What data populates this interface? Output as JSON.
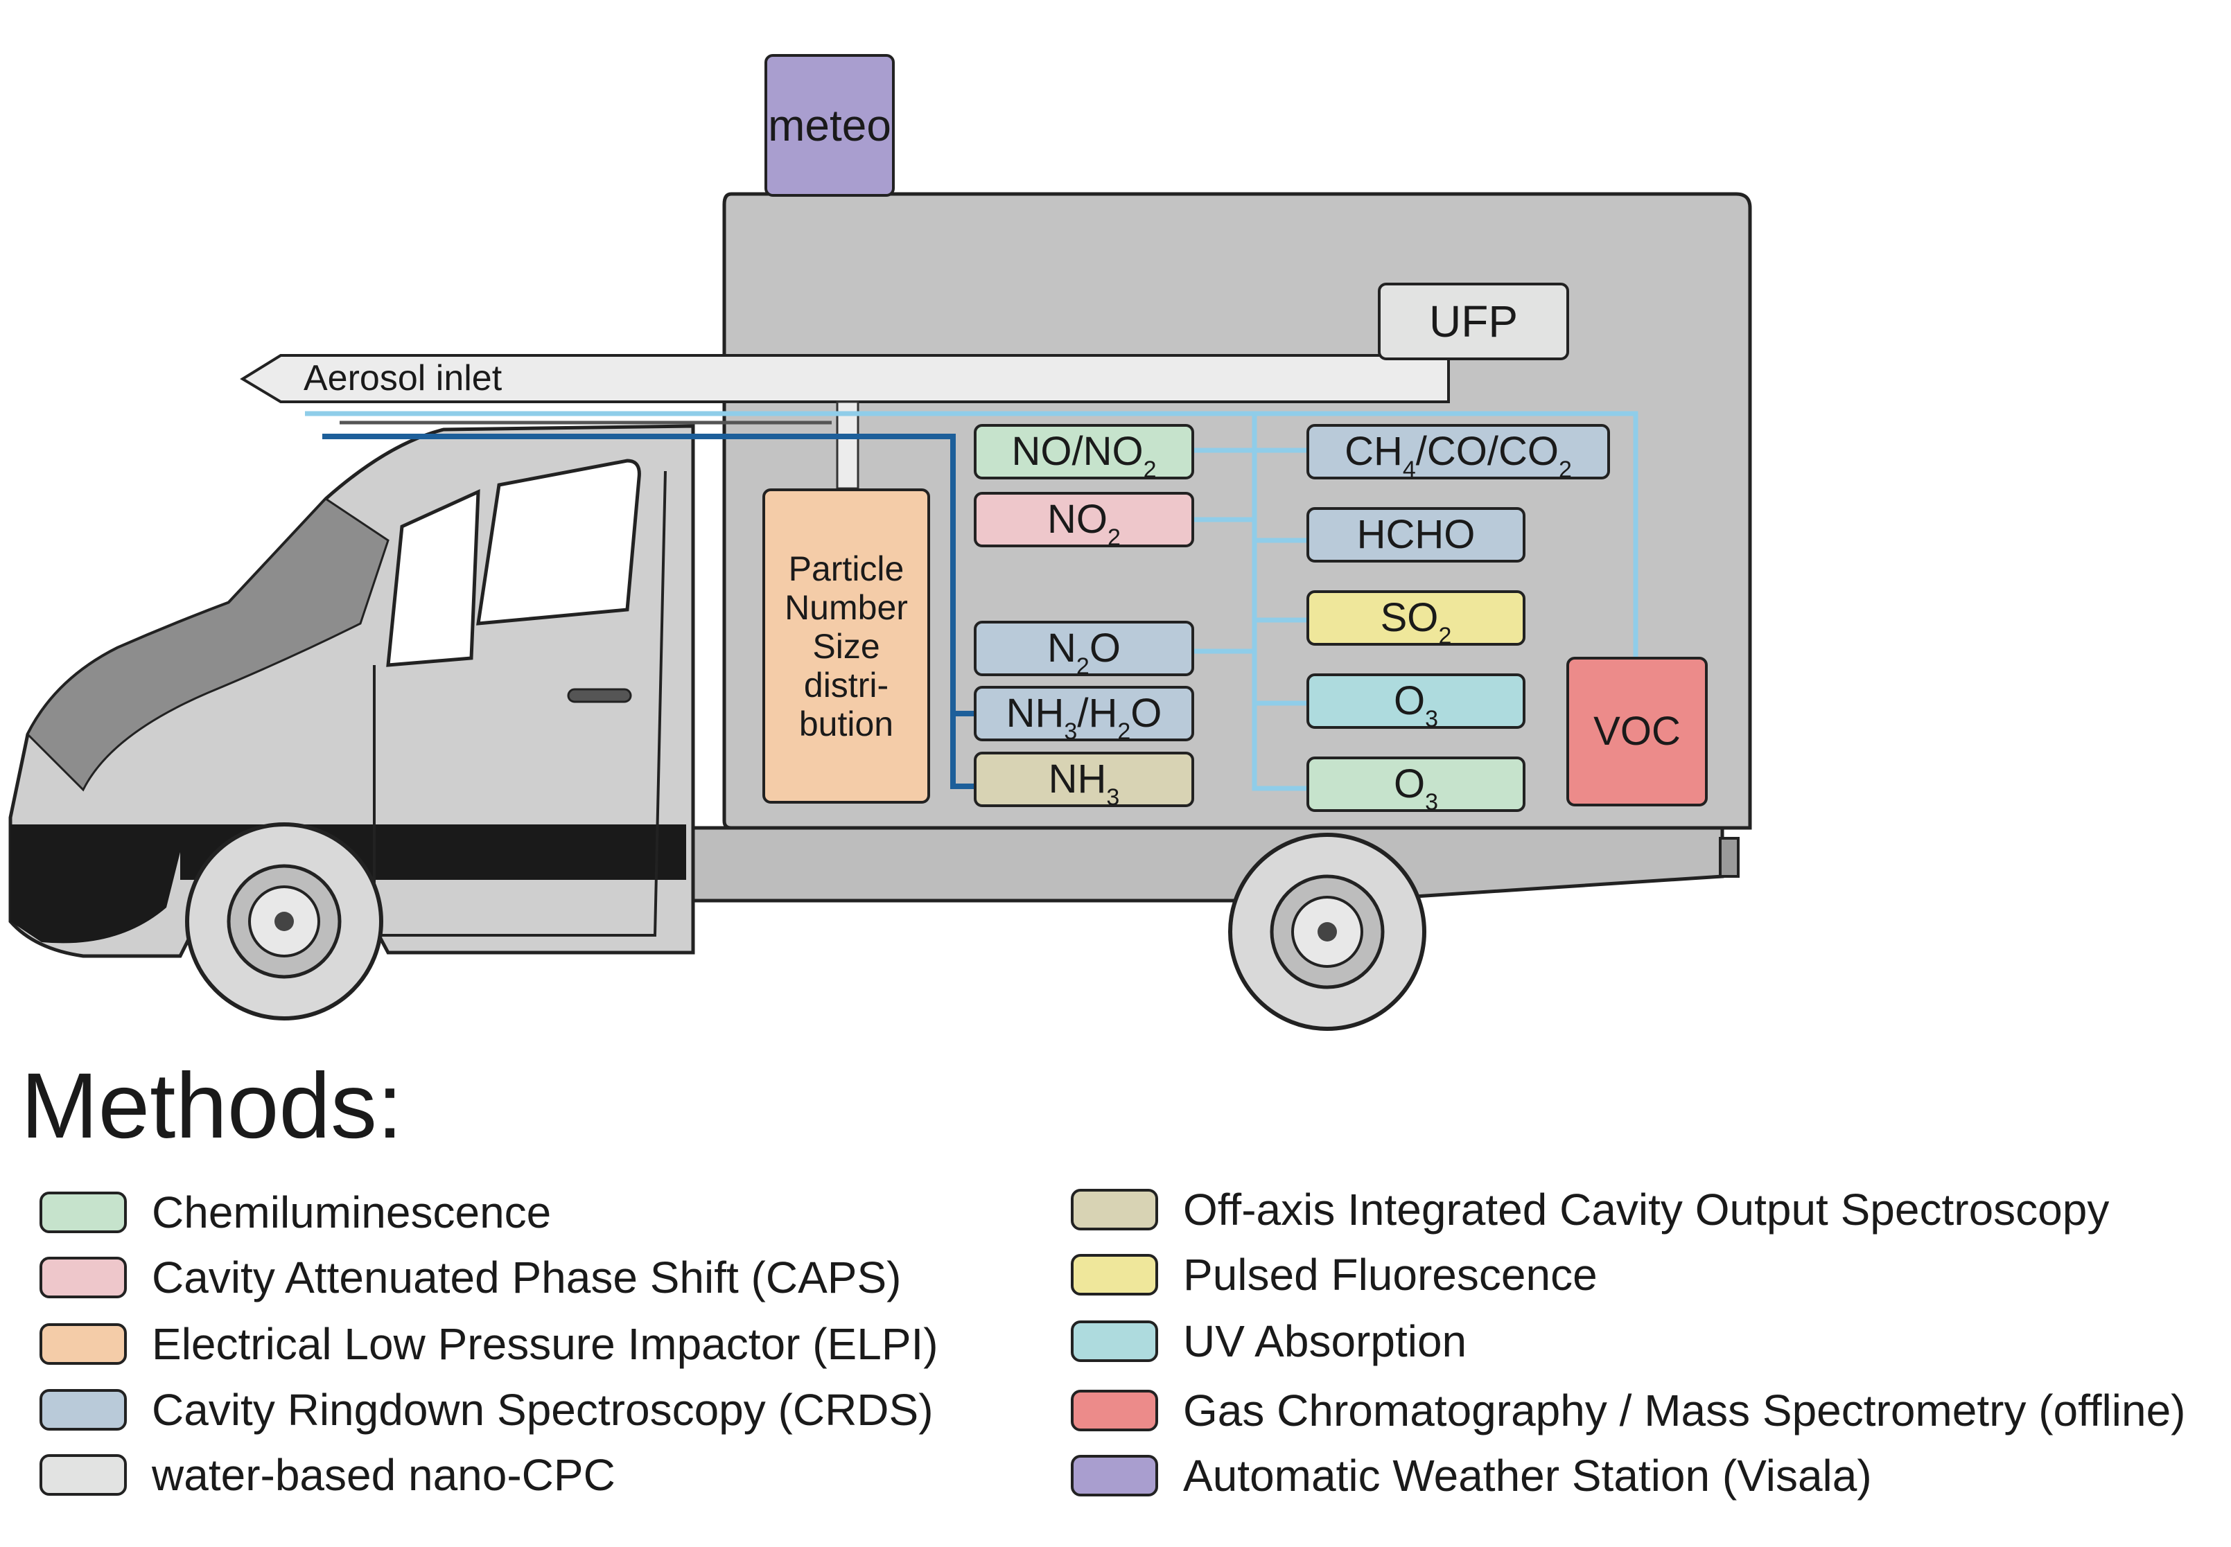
{
  "colors": {
    "chemiluminescence": "#c6e3cc",
    "caps": "#eec7cb",
    "elpi": "#f4cca8",
    "crds": "#b9cad9",
    "cpc": "#e2e3e2",
    "oa_icos": "#d8d3b4",
    "pulsed_fluorescence": "#efe79b",
    "uv_absorption": "#aedbde",
    "gcms": "#ec8b8a",
    "weather_station": "#a99ecf",
    "truck_box": "#c3c3c3",
    "tube_light": "#8fcde9",
    "tube_dark": "#1d5f9a"
  },
  "instruments": {
    "meteo": "meteo",
    "ufp": "UFP",
    "aerosol_inlet": "Aerosol inlet",
    "particle": [
      "Particle",
      "Number",
      "Size",
      "distri-",
      "bution"
    ],
    "no_no2": {
      "main": "NO/NO",
      "sub": "2"
    },
    "no2": {
      "main": "NO",
      "sub": "2"
    },
    "n2o": {
      "a": "N",
      "sub": "2",
      "b": "O"
    },
    "nh3_h2o": {
      "a": "NH",
      "sub1": "3",
      "b": "/H",
      "sub2": "2",
      "c": "O"
    },
    "nh3": {
      "main": "NH",
      "sub": "3"
    },
    "ch4_co_co2": {
      "a": "CH",
      "sub1": "4",
      "b": "/CO/CO",
      "sub2": "2"
    },
    "hcho": "HCHO",
    "so2": {
      "main": "SO",
      "sub": "2"
    },
    "o3_uv": {
      "main": "O",
      "sub": "3"
    },
    "o3_chem": {
      "main": "O",
      "sub": "3"
    },
    "voc": "VOC"
  },
  "methods": {
    "title": "Methods:",
    "left": [
      {
        "label": "Chemiluminescence",
        "color": "#c6e3cc"
      },
      {
        "label": "Cavity Attenuated Phase Shift (CAPS)",
        "color": "#eec7cb"
      },
      {
        "label": "Electrical Low Pressure Impactor (ELPI)",
        "color": "#f4cca8"
      },
      {
        "label": "Cavity Ringdown Spectroscopy (CRDS)",
        "color": "#b9cad9"
      },
      {
        "label": "water-based nano-CPC",
        "color": "#e2e3e2"
      }
    ],
    "right": [
      {
        "label": "Off-axis Integrated Cavity Output Spectroscopy",
        "color": "#d8d3b4"
      },
      {
        "label": "Pulsed Fluorescence",
        "color": "#efe79b"
      },
      {
        "label": "UV Absorption",
        "color": "#aedbde"
      },
      {
        "label": "Gas Chromatography / Mass Spectrometry (offline)",
        "color": "#ec8b8a"
      },
      {
        "label": "Automatic Weather Station (Visala)",
        "color": "#a99ecf"
      }
    ]
  }
}
